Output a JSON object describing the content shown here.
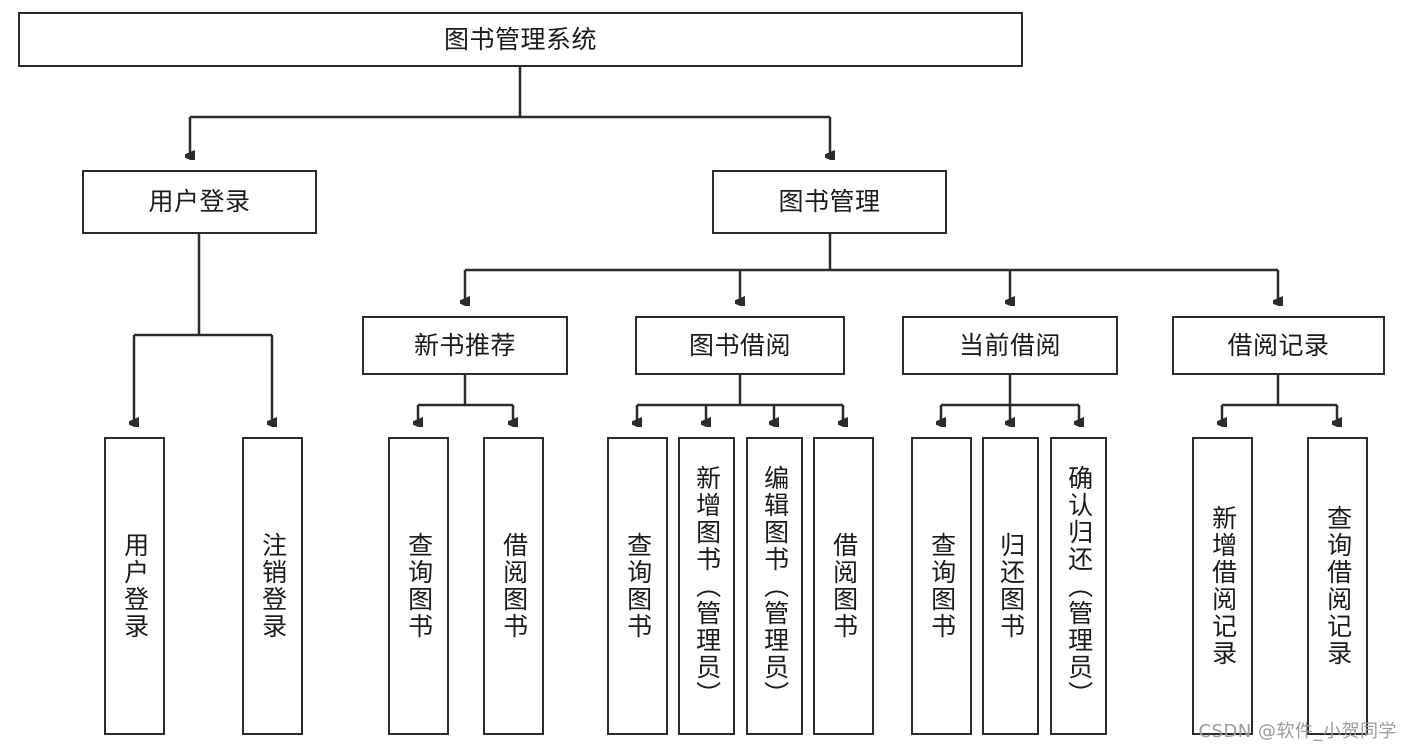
{
  "diagram": {
    "title": "图书管理系统",
    "type": "tree-hierarchy-chart",
    "root": {
      "label": "图书管理系统"
    },
    "level2": [
      {
        "label": "用户登录"
      },
      {
        "label": "图书管理"
      }
    ],
    "level3": [
      {
        "label": "新书推荐"
      },
      {
        "label": "图书借阅"
      },
      {
        "label": "当前借阅"
      },
      {
        "label": "借阅记录"
      }
    ],
    "leaves": {
      "user_login": [
        {
          "label": "用户登录"
        },
        {
          "label": "注销登录"
        }
      ],
      "new_book_recommend": [
        {
          "label": "查询图书"
        },
        {
          "label": "借阅图书"
        }
      ],
      "book_borrow": [
        {
          "label": "查询图书"
        },
        {
          "label": "新增图书（管理员）"
        },
        {
          "label": "编辑图书（管理员）"
        },
        {
          "label": "借阅图书"
        }
      ],
      "current_borrow": [
        {
          "label": "查询图书"
        },
        {
          "label": "归还图书"
        },
        {
          "label": "确认归还（管理员）"
        }
      ],
      "borrow_record": [
        {
          "label": "新增借阅记录"
        },
        {
          "label": "查询借阅记录"
        }
      ]
    }
  },
  "watermark": {
    "text": "CSDN @软件_小贺同学"
  },
  "colors": {
    "stroke": "#2b2b2b",
    "fill": "#ffffff",
    "text": "#1b1b1b",
    "watermark": "#9b9b9b"
  }
}
